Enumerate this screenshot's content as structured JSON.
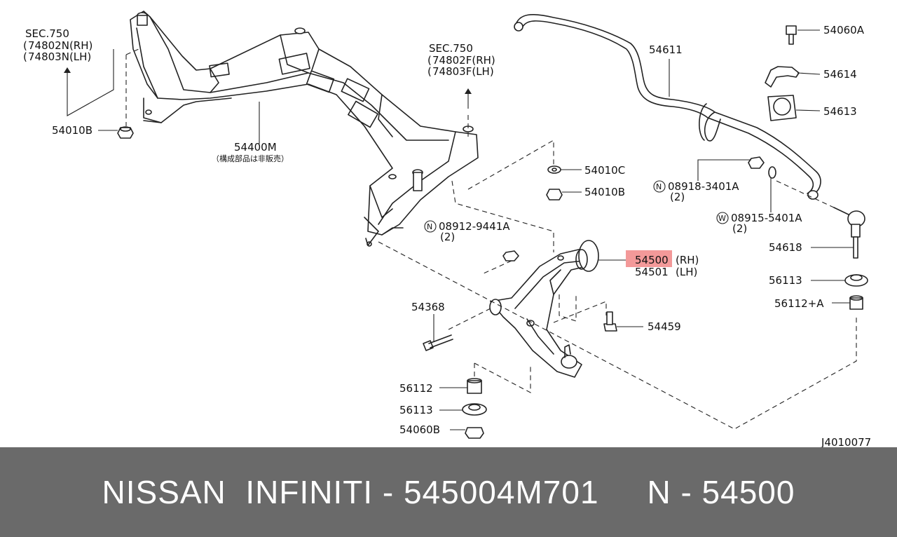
{
  "labels": {
    "sec750_left": "SEC.750",
    "p74802N": "74802N(RH)",
    "p74803N": "74803N(LH)",
    "sec750_right": "SEC.750",
    "p74802F": "74802F(RH)",
    "p74803F": "74803F(LH)",
    "p54010B_left": "54010B",
    "p54400M": "54400M",
    "p54400M_note": "（構成部品は非販売）",
    "p54611": "54611",
    "p54060A": "54060A",
    "p54614": "54614",
    "p54613": "54613",
    "p54010C": "54010C",
    "p54010B_right": "54010B",
    "p08918": "08918-3401A",
    "p08918_qty": "(2)",
    "p08915": "08915-5401A",
    "p08915_qty": "(2)",
    "p08912": "08912-9441A",
    "p08912_qty": "(2)",
    "p54500": "54500",
    "p54500_side": "(RH)",
    "p54501": "54501",
    "p54501_side": "(LH)",
    "p54618": "54618",
    "p56113_right": "56113",
    "p56112A": "56112+A",
    "p54368": "54368",
    "p54459": "54459",
    "p56112": "56112",
    "p56113_low": "56113",
    "p54060B": "54060B",
    "diagram_id": "J4010077",
    "circle_n": "N",
    "circle_w": "W"
  },
  "highlight_color": "#f08080",
  "footer": {
    "text": "NISSAN  INFINITI - 545004M701     N - 54500"
  }
}
